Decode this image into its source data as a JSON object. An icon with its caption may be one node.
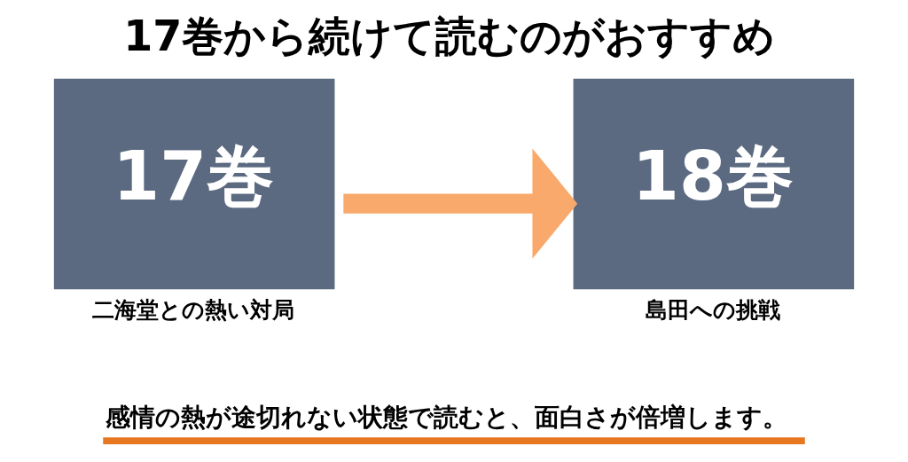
{
  "diagram": {
    "title": "17巻から続けて読むのがおすすめ",
    "caption": "感情の熱が途切れない状態で読むと、面白さが倍増します。",
    "nodes": [
      {
        "text": [
          "17巻"
        ],
        "beside": [
          "二海堂との熱い対局"
        ]
      },
      {
        "text": [
          "18巻"
        ],
        "beside": [
          "島田への挑戦"
        ]
      }
    ],
    "edges": [
      {
        "from": 0,
        "to": 1,
        "arrow": "to",
        "color": "#f9a96b"
      }
    ]
  }
}
